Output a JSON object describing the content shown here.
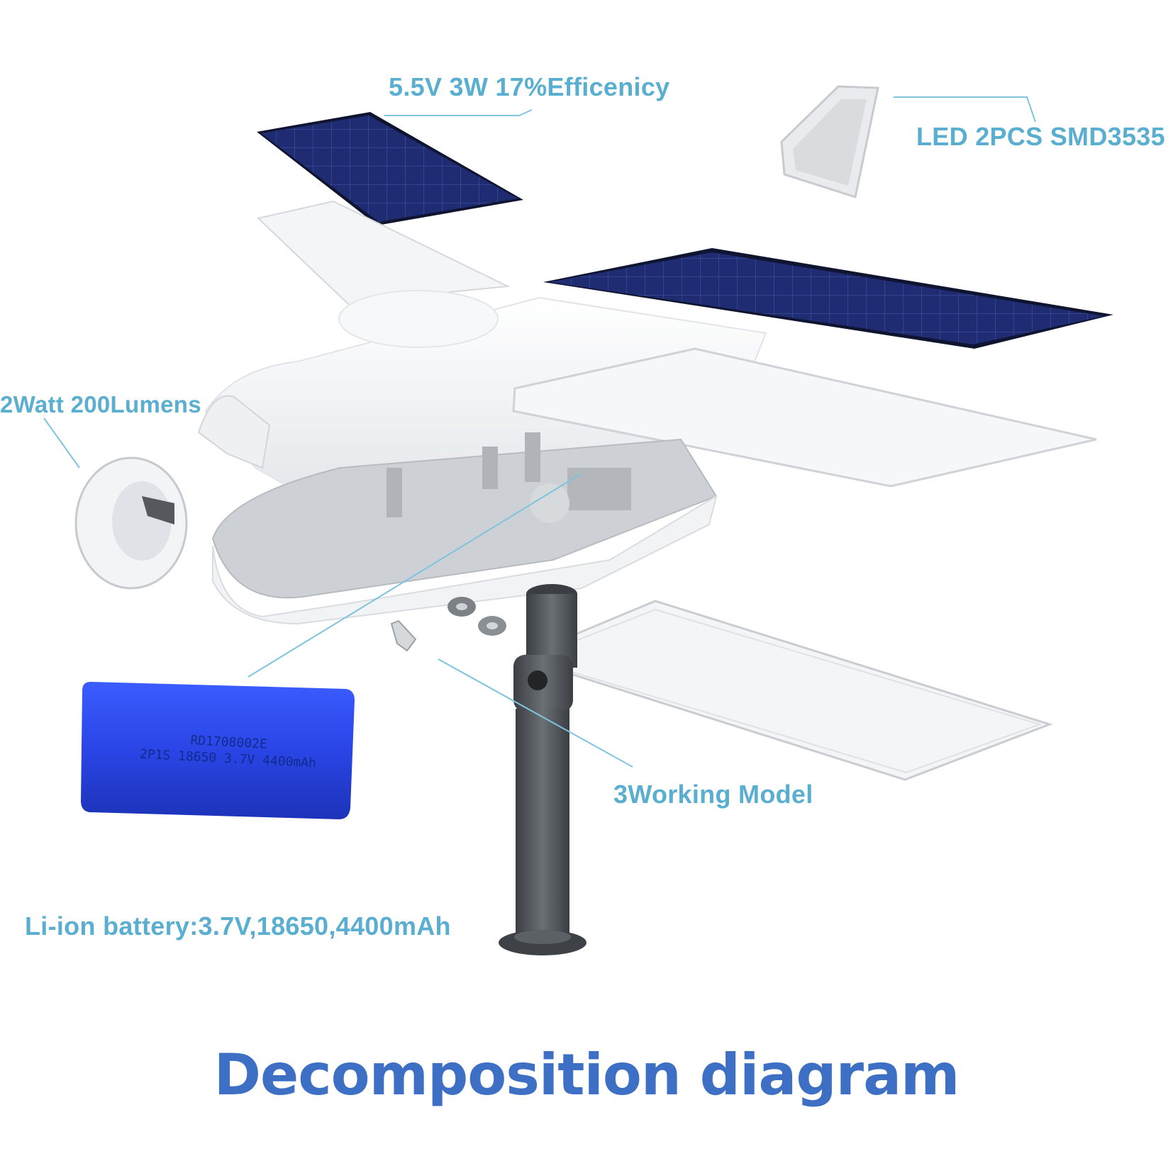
{
  "labels": {
    "solar_panel_spec": "5.5V 3W 17%Efficenicy",
    "led_spec": "LED 2PCS SMD3535",
    "light_output": "2Watt 200Lumens",
    "working_mode": "3Working Model",
    "battery_spec": "Li-ion battery:3.7V,18650,4400mAh"
  },
  "battery_print": {
    "line1": "RD1708002E",
    "line2": "2P1S 18650 3.7V 4400mAh"
  },
  "title": "Decomposition diagram",
  "colors": {
    "label": "#5aaed0",
    "leader_line": "#7fc3de",
    "title": "#3d6fc4",
    "solar_cell": "#1f2c72",
    "battery": "#2a45e6",
    "pole": "#4c5156"
  }
}
